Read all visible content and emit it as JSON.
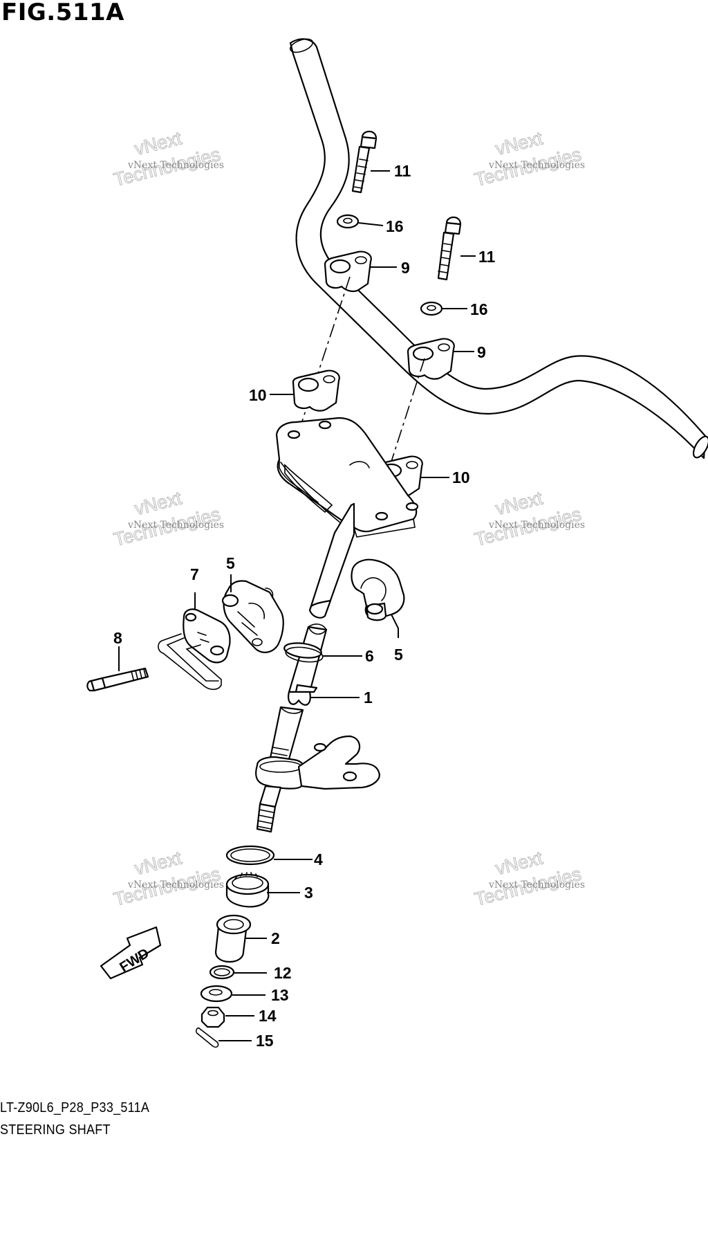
{
  "figure": {
    "title": "FIG.511A",
    "code": "LT-Z90L6_P28_P33_511A",
    "name": "STEERING SHAFT"
  },
  "watermark": {
    "small_text": "vNext Technologies",
    "large_text_top": "vNext",
    "large_text_bottom": "Technologies"
  },
  "direction_badge": "FWD",
  "callouts": [
    "1",
    "2",
    "3",
    "4",
    "5",
    "5",
    "6",
    "7",
    "8",
    "9",
    "9",
    "10",
    "10",
    "11",
    "11",
    "12",
    "13",
    "14",
    "15",
    "16",
    "16"
  ]
}
